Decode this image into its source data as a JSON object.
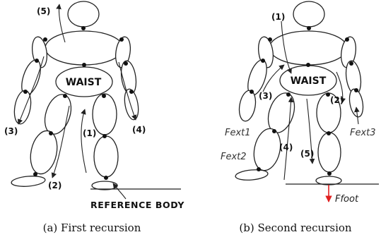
{
  "figure_a": {
    "waist_label": "WAIST",
    "step_labels": [
      "(1)",
      "(2)",
      "(3)",
      "(4)",
      "(5)"
    ],
    "reference_label": "REFERENCE BODY",
    "caption": "(a) First recursion"
  },
  "figure_b": {
    "waist_label": "WAIST",
    "step_labels": [
      "(1)",
      "(2)",
      "(3)",
      "(4)",
      "(5)"
    ],
    "force_labels": [
      "Fext1",
      "Fext2",
      "Fext3"
    ],
    "foot_force_label": "Ffoot",
    "caption": "(b) Second recursion"
  },
  "colors": {
    "ink": "#222222",
    "force_arrow": "#e02020"
  }
}
